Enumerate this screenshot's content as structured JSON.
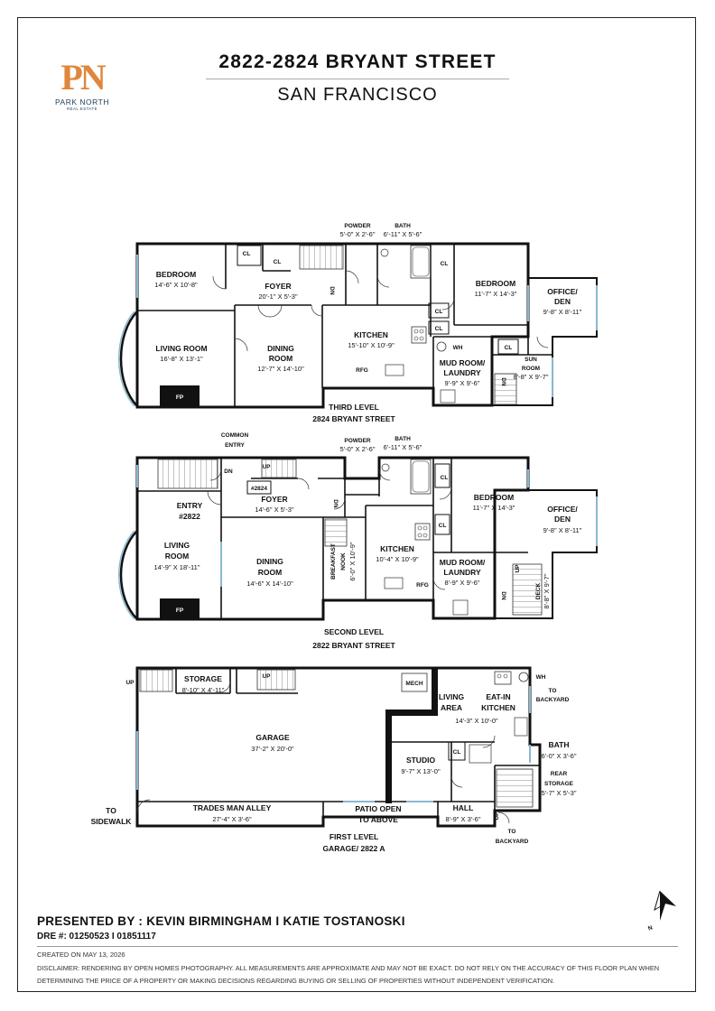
{
  "header": {
    "title": "2822-2824 BRYANT STREET",
    "subtitle": "SAN FRANCISCO"
  },
  "logo": {
    "mark": "PN",
    "name": "PARK NORTH",
    "sub": "REAL ESTATE",
    "color": "#e0873d"
  },
  "third_level": {
    "caption_1": "THIRD LEVEL",
    "caption_2": "2824 BRYANT STREET",
    "rooms": {
      "powder": {
        "name": "POWDER",
        "dim": "5'-0\" X 2'-6\""
      },
      "bath": {
        "name": "BATH",
        "dim": "6'-11\" X 5'-6\""
      },
      "bedroom_w": {
        "name": "BEDROOM",
        "dim": "14'-6\" X 10'-8\""
      },
      "foyer": {
        "name": "FOYER",
        "dim": "20'-1\" X 5'-3\""
      },
      "bedroom_e": {
        "name": "BEDROOM",
        "dim": "11'-7\" X 14'-3\""
      },
      "office": {
        "name_1": "OFFICE/",
        "name_2": "DEN",
        "dim": "9'-8\" X 8'-11\""
      },
      "living": {
        "name": "LIVING ROOM",
        "dim": "16'-8\" X 13'-1\""
      },
      "dining": {
        "name_1": "DINING",
        "name_2": "ROOM",
        "dim": "12'-7\" X 14'-10\""
      },
      "kitchen": {
        "name": "KITCHEN",
        "dim": "15'-10\" X 10'-9\""
      },
      "mudroom": {
        "name_1": "MUD ROOM/",
        "name_2": "LAUNDRY",
        "dim": "9'-9\" X 9'-6\""
      },
      "sunroom": {
        "name_1": "SUN",
        "name_2": "ROOM",
        "dim": "8'-8\" X 9'-7\""
      }
    },
    "labels": {
      "cl": "CL",
      "dn": "DN",
      "fp": "FP",
      "rfg": "RFG",
      "wh": "WH"
    }
  },
  "second_level": {
    "caption_1": "SECOND LEVEL",
    "caption_2": "2822 BRYANT STREET",
    "common_entry_1": "COMMON",
    "common_entry_2": "ENTRY",
    "unit_tag": "#2824",
    "rooms": {
      "powder": {
        "name": "POWDER",
        "dim": "5'-0\" X 2'-6\""
      },
      "bath": {
        "name": "BATH",
        "dim": "6'-11\" X 5'-6\""
      },
      "entry": {
        "name_1": "ENTRY",
        "name_2": "#2822"
      },
      "foyer": {
        "name": "FOYER",
        "dim": "14'-6\" X 5'-3\""
      },
      "bedroom": {
        "name": "BEDROOM",
        "dim": "11'-7\" X 14'-3\""
      },
      "office": {
        "name_1": "OFFICE/",
        "name_2": "DEN",
        "dim": "9'-8\" X 8'-11\""
      },
      "living": {
        "name_1": "LIVING",
        "name_2": "ROOM",
        "dim": "14'-9\" X 18'-11\""
      },
      "dining": {
        "name_1": "DINING",
        "name_2": "ROOM",
        "dim": "14'-6\" X 14'-10\""
      },
      "nook": {
        "name_1": "BREAKFAST",
        "name_2": "NOOK",
        "dim": "6'-0\" X 10'-9\""
      },
      "kitchen": {
        "name": "KITCHEN",
        "dim": "10'-4\" X 10'-9\""
      },
      "mudroom": {
        "name_1": "MUD ROOM/",
        "name_2": "LAUNDRY",
        "dim": "8'-9\" X 9'-6\""
      },
      "deck": {
        "name": "DECK",
        "dim": "8'-8\" X 9'-7\""
      }
    },
    "labels": {
      "cl": "CL",
      "dn": "DN",
      "up": "UP",
      "fp": "FP",
      "rfg": "RFG"
    }
  },
  "first_level": {
    "caption_1": "FIRST LEVEL",
    "caption_2": "GARAGE/ 2822 A",
    "rooms": {
      "storage": {
        "name": "STORAGE",
        "dim": "8'-10\" X 4'-11\""
      },
      "mech": {
        "name": "MECH"
      },
      "living_area": {
        "name_1": "LIVING",
        "name_2": "AREA"
      },
      "eatin": {
        "name_1": "EAT-IN",
        "name_2": "KITCHEN",
        "dim": "14'-3\" X 10'-0\""
      },
      "garage": {
        "name": "GARAGE",
        "dim": "37'-2\" X 20'-0\""
      },
      "bath": {
        "name": "BATH",
        "dim": "6'-0\" X 3'-6\""
      },
      "studio": {
        "name": "STUDIO",
        "dim": "9'-7\" X 13'-0\""
      },
      "rear_storage": {
        "name_1": "REAR",
        "name_2": "STORAGE",
        "dim": "5'-7\" X 5'-3\""
      },
      "trades": {
        "name": "TRADES MAN ALLEY",
        "dim": "27'-4\" X 3'-6\""
      },
      "patio": {
        "name_1": "PATIO OPEN",
        "name_2": "TO ABOVE"
      },
      "hall": {
        "name": "HALL",
        "dim": "8'-9\" X 3'-6\""
      }
    },
    "to_sidewalk_1": "TO",
    "to_sidewalk_2": "SIDEWALK",
    "to_backyard_1": "TO",
    "to_backyard_2": "BACKYARD",
    "labels": {
      "cl": "CL",
      "up": "UP",
      "wh": "WH"
    }
  },
  "north": {
    "label": "N",
    "icon": "north-arrow-icon"
  },
  "footer": {
    "presented": "PRESENTED BY : KEVIN BIRMINGHAM I KATIE TOSTANOSKI",
    "dre": "DRE #: 01250523 I 01851117",
    "created": "CREATED ON MAY 13, 2026",
    "disclaimer": "DISCLAIMER: RENDERING BY OPEN HOMES PHOTOGRAPHY. ALL MEASUREMENTS ARE APPROXIMATE AND MAY NOT BE EXACT. DO NOT RELY ON THE ACCURACY OF THIS FLOOR PLAN WHEN DETERMINING THE PRICE OF A PROPERTY OR MAKING DECISIONS REGARDING BUYING OR SELLING OF PROPERTIES WITHOUT INDEPENDENT VERIFICATION."
  },
  "colors": {
    "wall": "#111111",
    "window": "#8ab7cf",
    "accent": "#e0873d"
  }
}
